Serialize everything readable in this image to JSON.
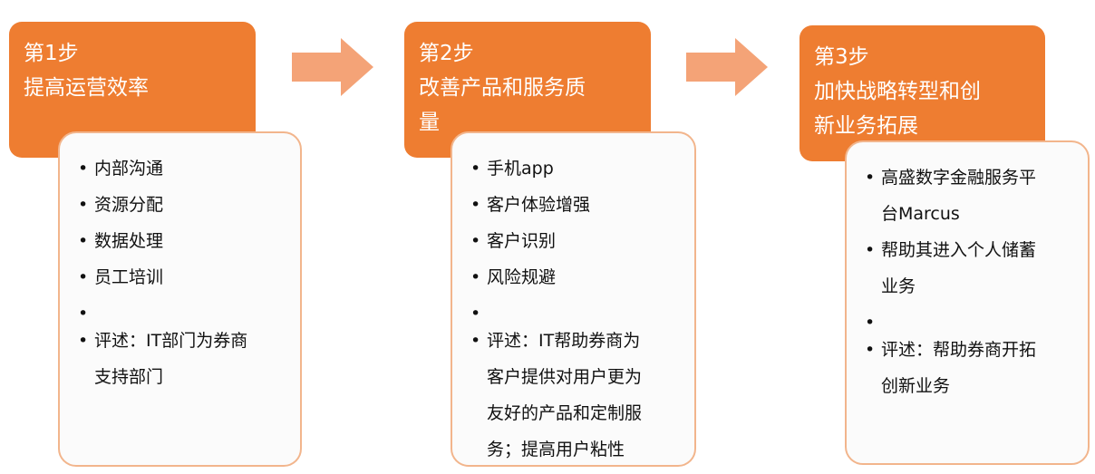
{
  "steps": [
    {
      "title": "第1步",
      "subtitle_lines": [
        "提高运营效率"
      ],
      "bullets": [
        "内部沟通",
        "资源分配",
        "数据处理",
        "员工培训"
      ],
      "comment_lines": [
        "评述：IT部门为券商",
        "支持部门"
      ]
    },
    {
      "title": "第2步",
      "subtitle_lines": [
        "改善产品和服务质",
        "量"
      ],
      "bullets": [
        "手机app",
        "客户体验增强",
        "客户识别",
        "风险规避"
      ],
      "comment_lines": [
        "评述：IT帮助券商为",
        "客户提供对用户更为",
        "友好的产品和定制服",
        "务；提高用户粘性"
      ]
    },
    {
      "title": "第3步",
      "subtitle_lines": [
        "加快战略转型和创",
        "新业务拓展"
      ],
      "bullets_multiline": [
        [
          "高盛数字金融服务平",
          "台Marcus"
        ],
        [
          "帮助其进入个人储蓄",
          "业务"
        ]
      ],
      "comment_lines": [
        "评述：帮助券商开拓",
        "创新业务"
      ]
    }
  ],
  "colors": {
    "header": "#EE7D31",
    "arrow": "#F4A377",
    "card_border": "#F2B58C",
    "card_bg": "#FBFBFB"
  }
}
